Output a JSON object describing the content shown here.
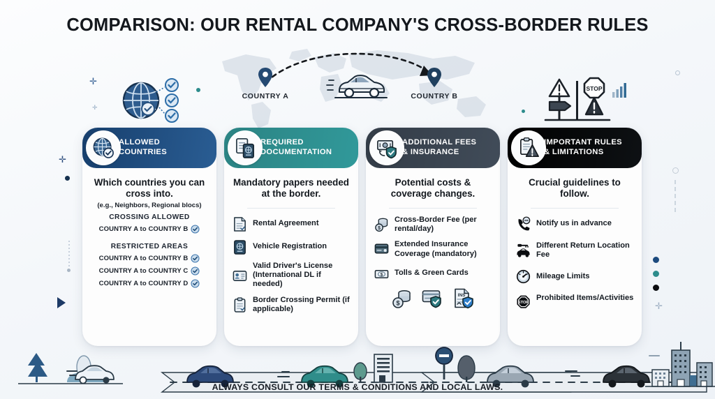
{
  "title": "COMPARISON: OUR RENTAL COMPANY'S CROSS-BORDER RULES",
  "footnote": "ALWAYS CONSULT OUR TERMS & CONDITIONS AND LOCAL LAWS.",
  "map_scene": {
    "origin_label": "COUNTRY A",
    "destination_label": "COUNTRY B"
  },
  "colors": {
    "card1_header": "#1c4a7e",
    "card2_header": "#2d8c8c",
    "card3_header": "#39424e",
    "card4_header": "#050607",
    "accent_check": "#4a7fb5",
    "page_background": "#f3f6fa"
  },
  "cards": [
    {
      "header": "ALLOWED COUNTRIES",
      "header_line1": "ALLOWED",
      "header_line2": "COUNTRIES",
      "badge_icon": "globe-check-icon",
      "lede": "Which countries you can cross into.",
      "sublede": "(e.g., Neighbors, Regional blocs)",
      "sections": [
        {
          "title": "CROSSING ALLOWED",
          "rows": [
            {
              "label": "COUNTRY A to COUNTRY B",
              "icon": "check-circle-icon"
            }
          ]
        },
        {
          "title": "RESTRICTED AREAS",
          "rows": [
            {
              "label": "COUNTRY A to COUNTRY B",
              "icon": "check-circle-icon"
            },
            {
              "label": "COUNTRY A to COUNTRY C",
              "icon": "check-circle-icon"
            },
            {
              "label": "COUNTRY A to COUNTRY D",
              "icon": "check-circle-icon"
            }
          ]
        }
      ]
    },
    {
      "header": "REQUIRED DOCUMENTATION",
      "header_line1": "REQUIRED",
      "header_line2": "DOCUMENTATION",
      "badge_icon": "documents-passport-icon",
      "lede": "Mandatory papers needed at the border.",
      "items": [
        {
          "icon": "document-icon",
          "text": "Rental Agreement"
        },
        {
          "icon": "passport-icon",
          "text": "Vehicle Registration"
        },
        {
          "icon": "id-card-icon",
          "text": "Valid Driver's License (International DL if needed)"
        },
        {
          "icon": "clipboard-icon",
          "text": "Border Crossing Permit (if applicable)"
        }
      ]
    },
    {
      "header": "ADDITIONAL FEES & INSURANCE",
      "header_line1": "ADDITIONAL FEES",
      "header_line2": "& INSURANCE",
      "badge_icon": "money-shield-icon",
      "lede": "Potential costs & coverage changes.",
      "items": [
        {
          "icon": "coins-icon",
          "text": "Cross-Border Fee (per rental/day)"
        },
        {
          "icon": "credit-card-icon",
          "text": "Extended Insurance Coverage (mandatory)"
        },
        {
          "icon": "banknote-icon",
          "text": "Tolls & Green Cards"
        }
      ],
      "footer_icons": [
        "coins-stack-icon",
        "card-shield-icon",
        "insurance-doc-shield-icon"
      ]
    },
    {
      "header": "IMPORTANT RULES & LIMITATIONS",
      "header_line1": "IMPORTANT RULES",
      "header_line2": "& LIMITATIONS",
      "badge_icon": "clipboard-warning-icon",
      "lede": "Crucial guidelines to follow.",
      "items": [
        {
          "icon": "phone-chat-icon",
          "text": "Notify us in advance"
        },
        {
          "icon": "car-key-icon",
          "text": "Different Return Location Fee"
        },
        {
          "icon": "speedometer-icon",
          "text": "Mileage Limits"
        },
        {
          "icon": "stop-sign-icon",
          "text": "Prohibited Items/Activities"
        }
      ]
    }
  ],
  "decorations": {
    "top_left_icon": "globe-checks-icon",
    "top_right_icon": "warning-stop-signs-icon",
    "top_right_bars_icon": "bar-chart-icon",
    "side_dots": [
      "#1c4a7e",
      "#2d8c8c",
      "#0b0d10"
    ]
  }
}
